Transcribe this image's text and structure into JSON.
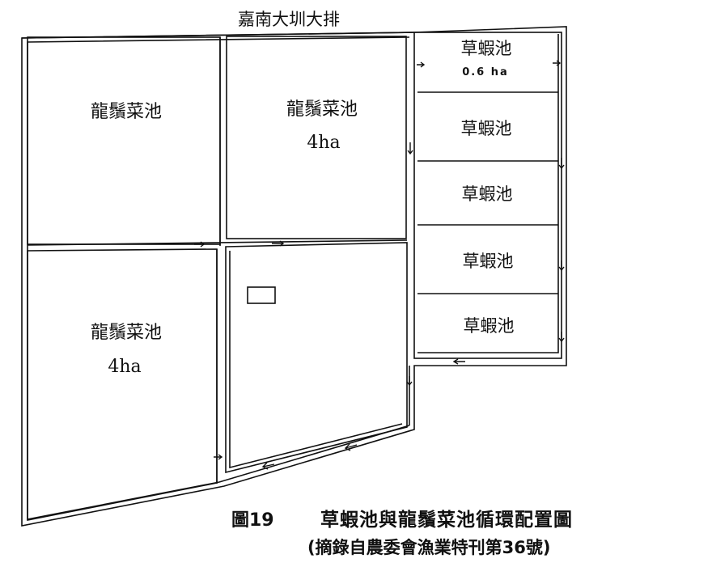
{
  "canal": {
    "label": "嘉南大圳大排"
  },
  "ponds": {
    "top_left": {
      "label": "龍鬚菜池",
      "area": ""
    },
    "top_mid": {
      "label": "龍鬚菜池",
      "area": "4ha"
    },
    "bottom_left": {
      "label": "龍鬚菜池",
      "area": "4ha"
    },
    "shrimp": [
      {
        "label": "草蝦池",
        "area": "0.6 ha"
      },
      {
        "label": "草蝦池",
        "area": ""
      },
      {
        "label": "草蝦池",
        "area": ""
      },
      {
        "label": "草蝦池",
        "area": ""
      },
      {
        "label": "草蝦池",
        "area": ""
      }
    ]
  },
  "caption": {
    "figure_no": "圖19",
    "title": "草蝦池與龍鬚菜池循環配置圖",
    "source": "(摘錄自農委會漁業特刊第36號)"
  },
  "colors": {
    "ink": "#111111",
    "paper": "#ffffff"
  }
}
